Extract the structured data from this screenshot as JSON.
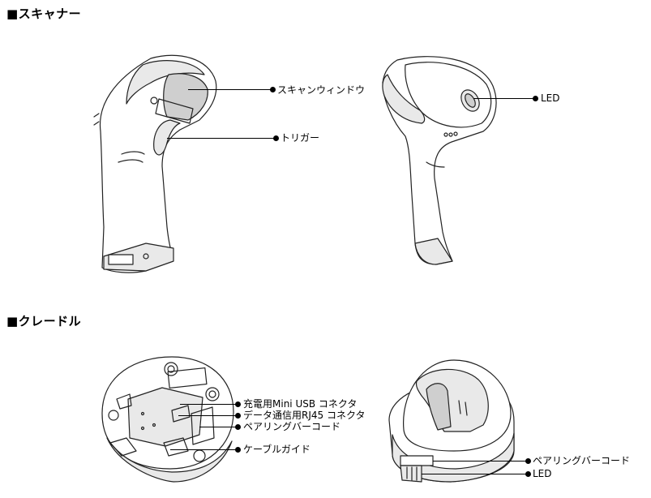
{
  "sections": {
    "scanner_title": "■スキャナー",
    "cradle_title": "■クレードル"
  },
  "labels": {
    "scan_window": "スキャンウィンドウ",
    "trigger": "トリガー",
    "led_scanner": "LED",
    "mini_usb": "充電用Mini USB コネクタ",
    "rj45": "データ通信用RJ45 コネクタ",
    "pairing_bottom": "ペアリングバーコード",
    "cable_guide": "ケーブルガイド",
    "pairing_cradle": "ペアリングバーコード",
    "led_cradle": "LED"
  }
}
